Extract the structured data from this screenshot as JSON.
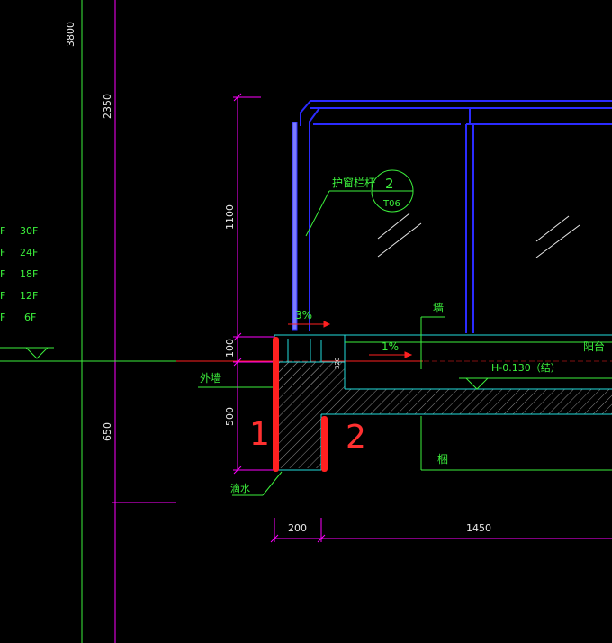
{
  "drawing": {
    "dims": {
      "d3800": "3800",
      "d2350": "2350",
      "d1100": "1100",
      "d100": "100",
      "d500": "500",
      "d650": "650",
      "d200": "200",
      "d1450": "1450",
      "d320": "320"
    },
    "floor_labels": [
      "30F",
      "24F",
      "18F",
      "12F",
      "6F"
    ],
    "labels": {
      "railing": "护窗栏杆",
      "detail_num": "2",
      "detail_ref": "T06",
      "slope_top": "3%",
      "slope_slab": "1%",
      "wall_top": "墙",
      "balcony": "阳台",
      "elevation": "H-0.130（结）",
      "outer_wall": "外墙",
      "beam": "梱",
      "drip": "滴水"
    },
    "annotations": {
      "mark1": "1",
      "mark2": "2"
    },
    "colors": {
      "background": "#000000",
      "dim_line": "#ff00ff",
      "line_green": "#3cf03c",
      "text_green": "#3cf03c",
      "railing_blue": "#2b2bff",
      "red_mark": "#ff2020",
      "cyan": "#22dddd",
      "white": "#e8e8e8"
    }
  }
}
